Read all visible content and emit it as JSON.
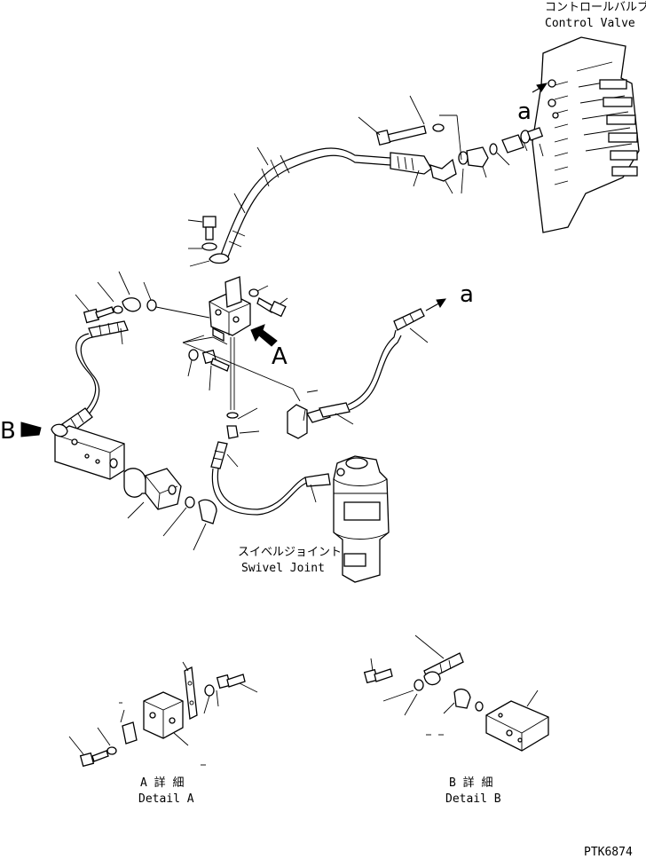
{
  "labels": {
    "control_valve_jp": "コントロールバルブ",
    "control_valve_en": "Control Valve",
    "swivel_joint_jp": "スイベルジョイント",
    "swivel_joint_en": "Swivel Joint",
    "detail_a_jp": "A 詳 細",
    "detail_a_en": "Detail A",
    "detail_b_jp": "B 詳 細",
    "detail_b_en": "Detail B",
    "ref_a_upper": "a",
    "ref_a_right": "a",
    "view_a": "A",
    "view_b": "B",
    "drawing_code": "PTK6874"
  }
}
